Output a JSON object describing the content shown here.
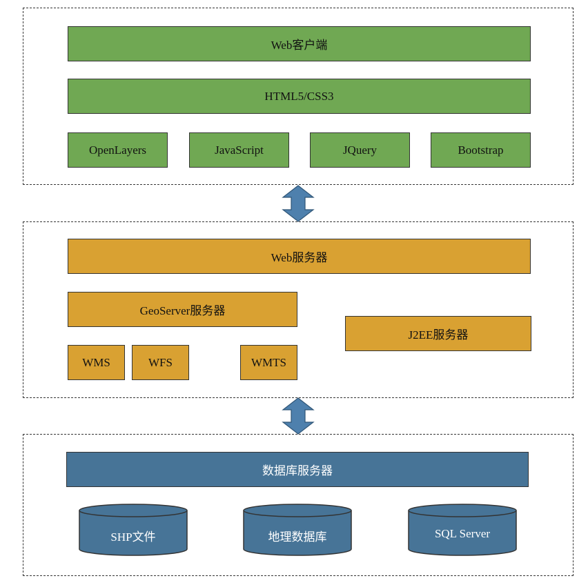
{
  "client_tier": {
    "web_client": "Web客户端",
    "html_css": "HTML5/CSS3",
    "libs": [
      "OpenLayers",
      "JavaScript",
      "JQuery",
      "Bootstrap"
    ]
  },
  "server_tier": {
    "web_server": "Web服务器",
    "geoserver": "GeoServer服务器",
    "services": [
      "WMS",
      "WFS",
      "WMTS"
    ],
    "j2ee": "J2EE服务器"
  },
  "data_tier": {
    "db_server": "数据库服务器",
    "stores": [
      "SHP文件",
      "地理数据库",
      "SQL Server"
    ]
  },
  "colors": {
    "client": "#70a853",
    "server": "#d9a132",
    "data": "#477497",
    "arrow": "#4e80ad"
  }
}
